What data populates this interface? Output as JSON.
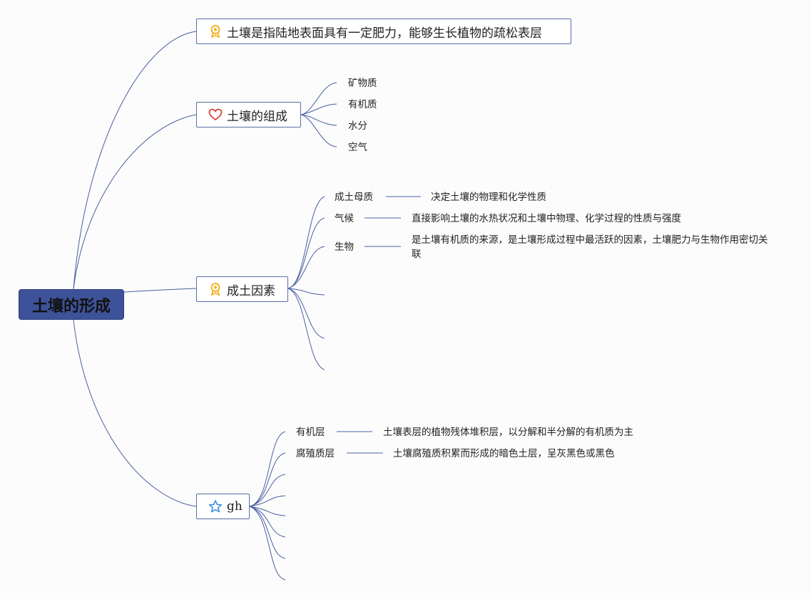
{
  "root": {
    "label": "土壤的形成"
  },
  "branches": [
    {
      "label": "土壤是指陆地表面具有一定肥力，能够生长植物的疏松表层",
      "icon": "ribbon-icon"
    },
    {
      "label": "土壤的组成",
      "icon": "heart-icon",
      "children": [
        "矿物质",
        "有机质",
        "水分",
        "空气"
      ]
    },
    {
      "label": "成土因素",
      "icon": "ribbon-icon",
      "children": [
        {
          "label": "成土母质",
          "desc": "决定土壤的物理和化学性质"
        },
        {
          "label": "气候",
          "desc": "直接影响土壤的水热状况和土壤中物理、化学过程的性质与强度"
        },
        {
          "label": "生物",
          "desc": "是土壤有机质的来源，是土壤形成过程中最活跃的因素，土壤肥力与生物作用密切关联"
        }
      ]
    },
    {
      "label": "gh",
      "icon": "star-icon",
      "children": [
        {
          "label": "有机层",
          "desc": "土壤表层的植物残体堆积层，以分解和半分解的有机质为主"
        },
        {
          "label": "腐殖质层",
          "desc": "土壤腐殖质积累而形成的暗色土层，呈灰黑色或黑色"
        }
      ]
    }
  ],
  "colors": {
    "line": "#4a5fa3",
    "root_fill": "#3d5299",
    "ribbon": "#f0b429",
    "heart": "#d9443c",
    "star": "#3a8fd8"
  }
}
